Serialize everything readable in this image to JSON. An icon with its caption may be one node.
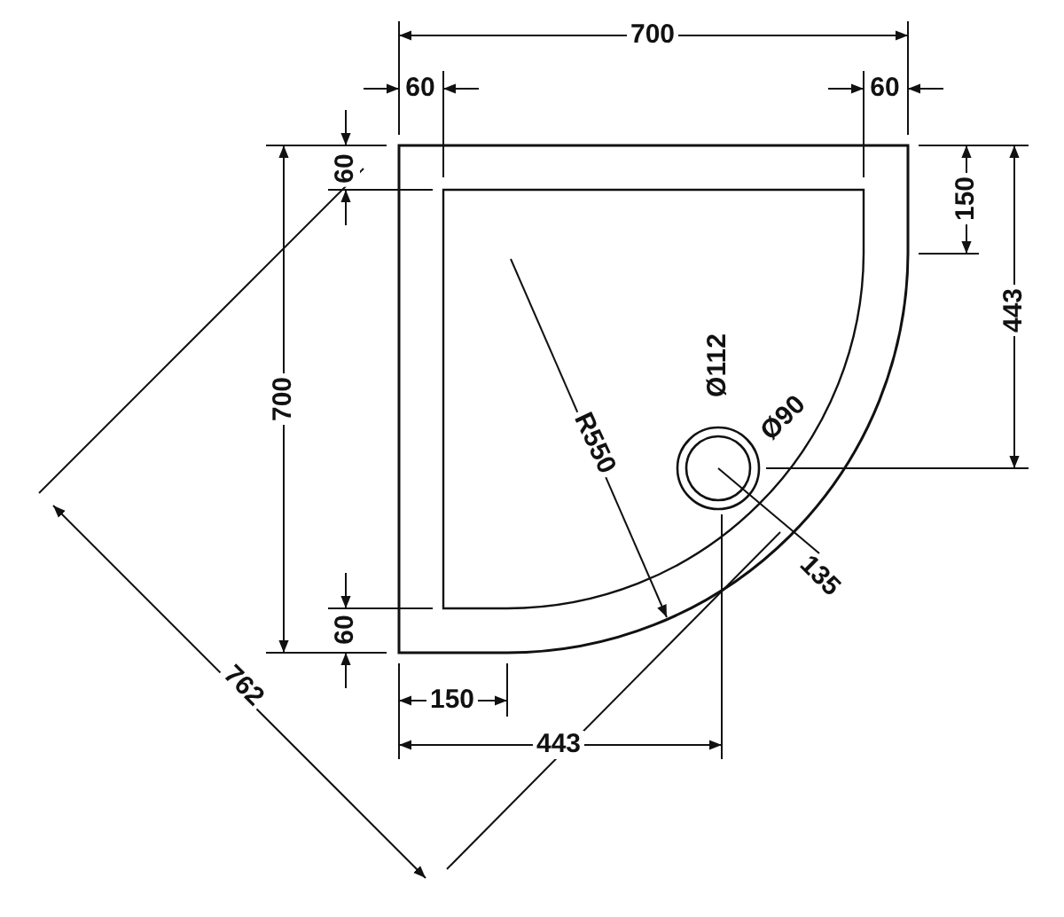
{
  "diagram": {
    "labels": [
      "700",
      "60",
      "60",
      "60",
      "150",
      "443",
      "700",
      "Ø112",
      "Ø90",
      "R550",
      "135",
      "60",
      "762",
      "150",
      "443"
    ]
  }
}
